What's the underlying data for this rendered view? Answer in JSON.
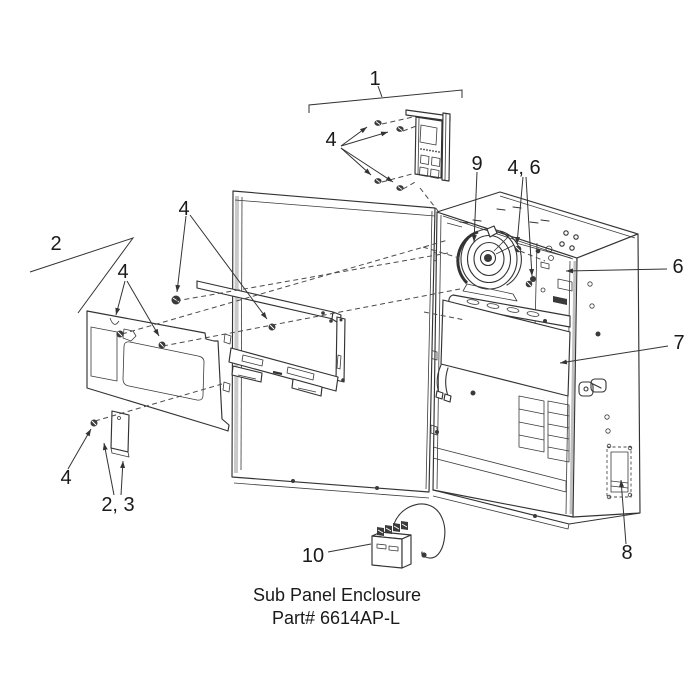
{
  "diagram": {
    "caption": {
      "line1": "Sub Panel Enclosure",
      "line2": "Part# 6614AP-L"
    },
    "callouts": [
      {
        "id": "keypad-assembly",
        "text": "1"
      },
      {
        "id": "keypad-screws",
        "text": "4"
      },
      {
        "id": "door-bracket-screws",
        "text": "4"
      },
      {
        "id": "trim-plate",
        "text": "2"
      },
      {
        "id": "trim-plate-screws",
        "text": "4"
      },
      {
        "id": "transformer",
        "text": "9"
      },
      {
        "id": "interior-screws",
        "text": "4, 6"
      },
      {
        "id": "interior-assembly",
        "text": "6"
      },
      {
        "id": "dead-front-panel",
        "text": "7"
      },
      {
        "id": "knockout",
        "text": "8"
      },
      {
        "id": "bottom-screw",
        "text": "4"
      },
      {
        "id": "small-plates",
        "text": "2, 3"
      },
      {
        "id": "terminal-block",
        "text": "10"
      }
    ],
    "colors": {
      "line": "#333333",
      "text": "#1a1a1a",
      "background": "#ffffff"
    }
  }
}
